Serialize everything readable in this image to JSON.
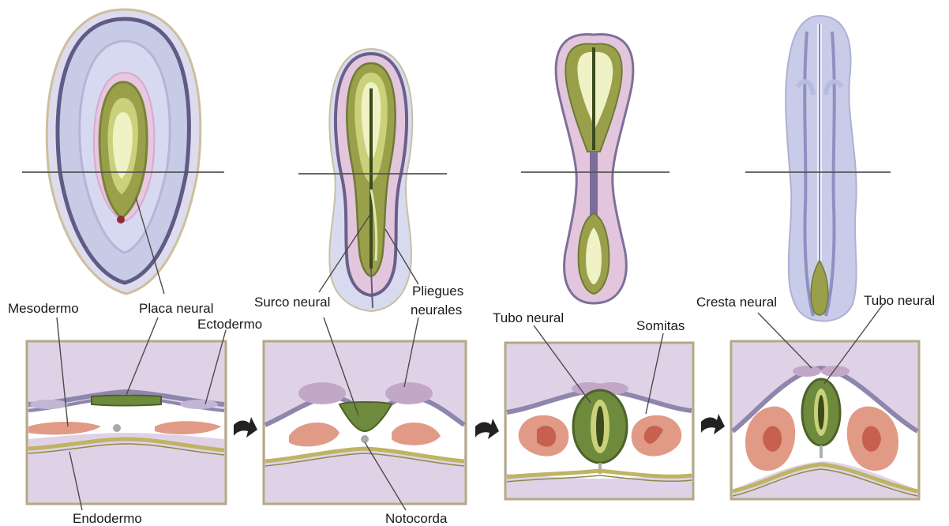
{
  "labels": {
    "mesodermo": "Mesodermo",
    "placa_neural": "Placa neural",
    "ectodermo": "Ectodermo",
    "endodermo": "Endodermo",
    "surco_neural": "Surco neural",
    "pliegues_line1": "Pliegues",
    "pliegues_line2": "neurales",
    "notocorda": "Notocorda",
    "tubo_neural_3": "Tubo neural",
    "somitas": "Somitas",
    "cresta_neural": "Cresta neural",
    "tubo_neural_4": "Tubo neural"
  },
  "colors": {
    "outer_body": "#c9cce4",
    "outer_edge": "#5f5b86",
    "pink_rim": "#e3c6dd",
    "neural_plate": "#9aa04a",
    "neural_plate_light": "#e8eebd",
    "section_bg": "#e0d2e6",
    "section_edge": "#b3a985",
    "ectoderm": "#8e86ac",
    "mesoderm": "#e19a86",
    "mesoderm_inner": "#c7604f",
    "neural_tube": "#6e8a3c",
    "endoderm": "#bfb364",
    "arrow": "#222222"
  },
  "icons": {
    "step_arrow": "right-arrow-icon"
  }
}
